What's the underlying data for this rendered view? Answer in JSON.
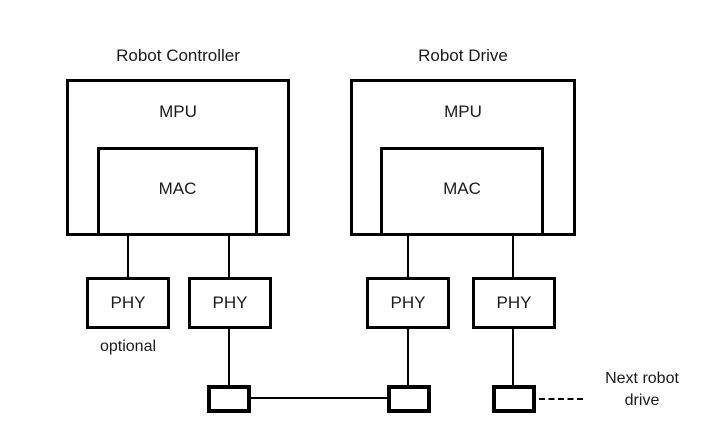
{
  "diagram": {
    "type": "block-diagram",
    "background_color": "#ffffff",
    "line_color": "#000000",
    "text_color": "#1a1a1a",
    "groups": [
      {
        "id": "robot-controller",
        "title": "Robot Controller",
        "outer_box_label": "MPU",
        "inner_box_label": "MAC",
        "phy_labels": [
          "PHY",
          "PHY"
        ],
        "phy_caption": "optional"
      },
      {
        "id": "robot-drive",
        "title": "Robot Drive",
        "outer_box_label": "MPU",
        "inner_box_label": "MAC",
        "phy_labels": [
          "PHY",
          "PHY"
        ],
        "phy_caption": ""
      }
    ],
    "connectors": [
      {
        "id": "connector-1",
        "label": ""
      },
      {
        "id": "connector-2",
        "label": ""
      },
      {
        "id": "connector-3",
        "label": ""
      }
    ],
    "annotations": {
      "optional_caption": "optional",
      "next_robot_line1": "Next robot",
      "next_robot_line2": "drive"
    }
  }
}
